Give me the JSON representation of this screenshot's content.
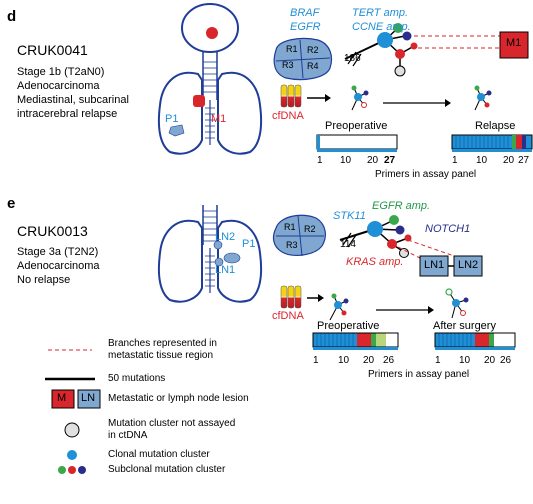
{
  "panel_d": {
    "letter": "d",
    "case_id": "CRUK0041",
    "info": [
      "Stage 1b (T2aN0)",
      "Adenocarcinoma",
      "Mediastinal, subcarinal",
      "intracerebral relapse"
    ],
    "lesions": {
      "p1": "P1",
      "m1": "M1",
      "m1_box": "M1"
    },
    "regions": [
      "R1",
      "R2",
      "R3",
      "R4"
    ],
    "drivers": {
      "braf": "BRAF",
      "egfr": "EGFR",
      "tert": "TERT amp.",
      "ccne": "CCNE amp."
    },
    "trunk_length": "186",
    "cfdna": "cfDNA",
    "timepoints": [
      "Preoperative",
      "Relapse"
    ],
    "axis_ticks_pre": [
      "1",
      "10",
      "20",
      "27"
    ],
    "axis_ticks_relapse": [
      "1",
      "10",
      "20",
      "27"
    ],
    "axis_label": "Primers in assay panel"
  },
  "panel_e": {
    "letter": "e",
    "case_id": "CRUK0013",
    "info": [
      "Stage 3a (T2N2)",
      "Adenocarcinoma",
      "No relapse"
    ],
    "lesions": {
      "ln2": "LN2",
      "ln1": "LN1",
      "p1": "P1",
      "ln1_box": "LN1",
      "ln2_box": "LN2"
    },
    "regions": [
      "R1",
      "R2",
      "R3"
    ],
    "drivers": {
      "stk11": "STK11",
      "egfr": "EGFR amp.",
      "notch1": "NOTCH1",
      "kras": "KRAS amp."
    },
    "trunk_length": "114",
    "cfdna": "cfDNA",
    "timepoints": [
      "Preoperative",
      "After surgery"
    ],
    "axis_ticks_pre": [
      "1",
      "10",
      "20",
      "26"
    ],
    "axis_ticks_after": [
      "1",
      "10",
      "20",
      "26"
    ],
    "axis_label": "Primers in assay panel"
  },
  "legend": {
    "branches": "Branches represented in metastatic tissue region",
    "scale": "50 mutations",
    "lesion_box_m": "M",
    "lesion_box_ln": "LN",
    "lesion_text": "Metastatic or lymph node lesion",
    "not_assayed": "Mutation cluster not assayed in ctDNA",
    "clonal": "Clonal mutation cluster",
    "subclonal": "Subclonal mutation cluster"
  },
  "colors": {
    "red": "#d9262c",
    "blue": "#1f8fd6",
    "green": "#3aa84a",
    "navy": "#2a2d8a",
    "lung_outline": "#1f3d99",
    "region_fill": "#7fa7cf",
    "cfdna_yellow": "#f4d316"
  }
}
